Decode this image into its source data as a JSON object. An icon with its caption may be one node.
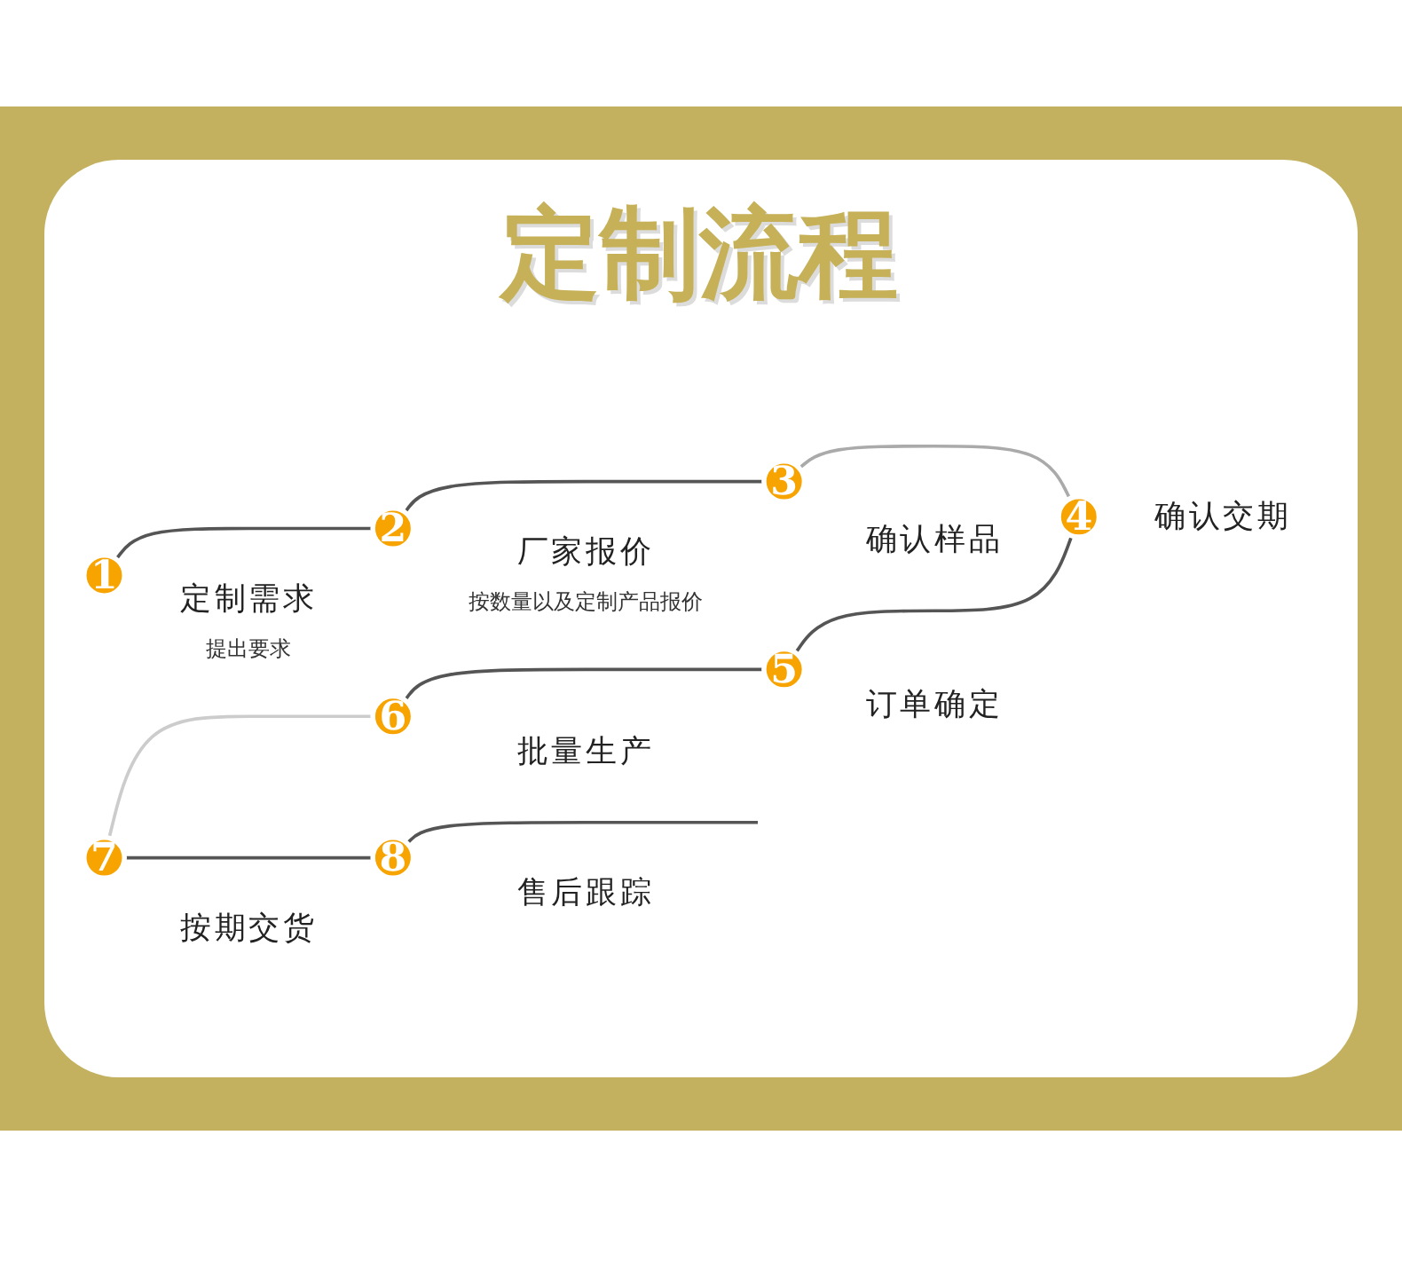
{
  "diagram": {
    "title": "定制流程",
    "nodes": [
      {
        "text": [
          "1"
        ],
        "beside": [
          "定制需求",
          "提出要求"
        ]
      },
      {
        "text": [
          "2"
        ],
        "beside": [
          "厂家报价",
          "按数量以及定制产品报价"
        ]
      },
      {
        "text": [
          "3"
        ],
        "beside": [
          "确认样品"
        ]
      },
      {
        "text": [
          "4"
        ],
        "beside": [
          "确认交期"
        ]
      },
      {
        "text": [
          "5"
        ],
        "beside": [
          "订单确定"
        ]
      },
      {
        "text": [
          "6"
        ],
        "beside": [
          "批量生产"
        ]
      },
      {
        "text": [
          "7"
        ],
        "beside": [
          "按期交货"
        ]
      },
      {
        "text": [
          "8"
        ],
        "beside": [
          "售后跟踪"
        ]
      }
    ],
    "edges": [
      {
        "from": 0,
        "to": 1,
        "arrow": "none"
      },
      {
        "from": 1,
        "to": 2,
        "arrow": "none"
      },
      {
        "from": 2,
        "to": 3,
        "arrow": "none",
        "color": "#aaaaaa"
      },
      {
        "from": 3,
        "to": 4,
        "arrow": "none"
      },
      {
        "from": 4,
        "to": 5,
        "arrow": "none"
      },
      {
        "from": 5,
        "to": 6,
        "arrow": "none",
        "color": "#cccccc"
      },
      {
        "from": 6,
        "to": 7,
        "arrow": "none"
      },
      {
        "from": 7,
        "to": null,
        "arrow": "none"
      }
    ]
  }
}
